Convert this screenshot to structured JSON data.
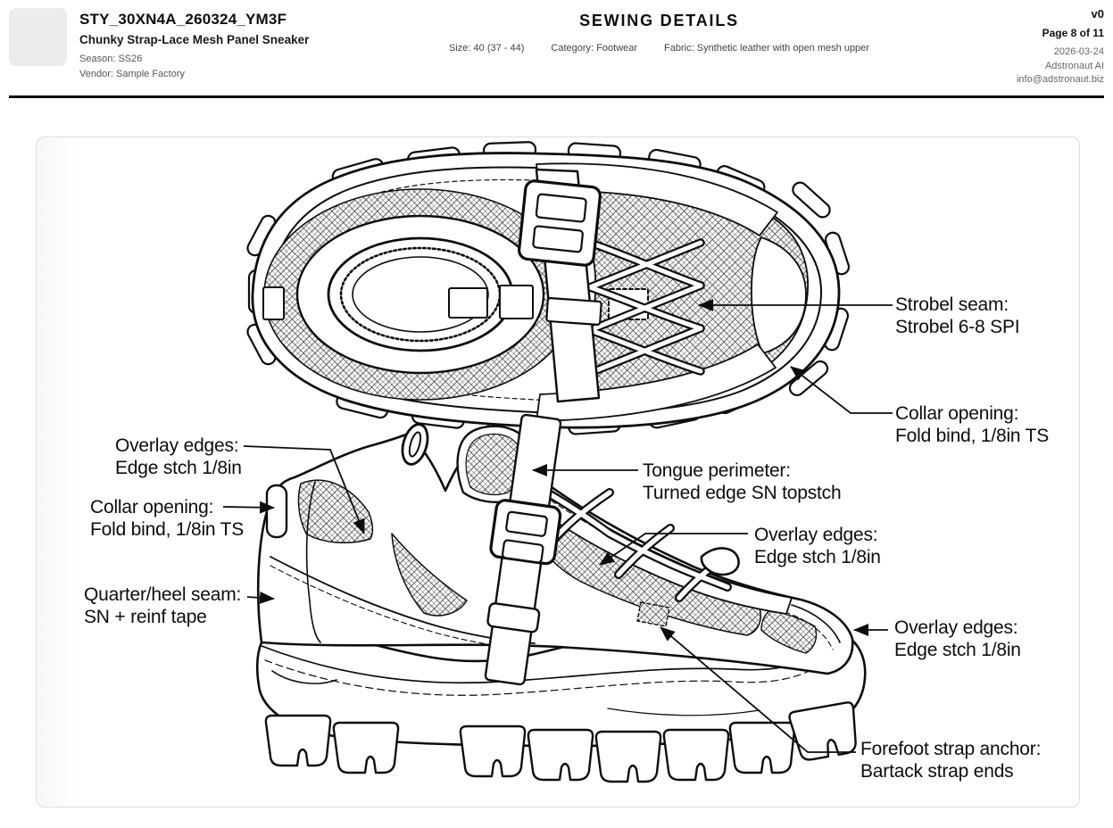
{
  "header": {
    "style_code": "STY_30XN4A_260324_YM3F",
    "style_name": "Chunky Strap-Lace Mesh Panel Sneaker",
    "season": {
      "label": "Season:",
      "value": "SS26"
    },
    "vendor": {
      "label": "Vendor:",
      "value": "Sample Factory"
    },
    "title": "SEWING DETAILS",
    "meta": [
      {
        "label": "Size:",
        "value": "40 (37 - 44)"
      },
      {
        "label": "Category:",
        "value": "Footwear"
      },
      {
        "label": "Fabric:",
        "value": "Synthetic leather with open mesh upper"
      }
    ],
    "version": "v0",
    "page": "Page 8 of 11",
    "date": "2026-03-24",
    "company": "Adstronaut AI",
    "email": "info@adstronaut.biz"
  },
  "annotations": {
    "strobel": {
      "title": "Strobel seam:",
      "spec": "Strobel 6-8 SPI"
    },
    "collar_top": {
      "title": "Collar opening:",
      "spec": "Fold bind, 1/8in TS"
    },
    "overlay_left": {
      "title": "Overlay edges:",
      "spec": "Edge stch 1/8in"
    },
    "collar_side": {
      "title": "Collar opening:",
      "spec": "Fold bind, 1/8in TS"
    },
    "quarter_heel": {
      "title": "Quarter/heel seam:",
      "spec": "SN + reinf tape"
    },
    "tongue": {
      "title": "Tongue perimeter:",
      "spec": "Turned edge SN topstch"
    },
    "overlay_mid": {
      "title": "Overlay edges:",
      "spec": "Edge stch 1/8in"
    },
    "overlay_toe": {
      "title": "Overlay edges:",
      "spec": "Edge stch 1/8in"
    },
    "forefoot": {
      "title": "Forefoot strap anchor:",
      "spec": "Bartack strap ends"
    }
  },
  "colors": {
    "line": "#0d0d0d",
    "panel_border": "#dddddd",
    "logo_bg": "#ececec"
  }
}
